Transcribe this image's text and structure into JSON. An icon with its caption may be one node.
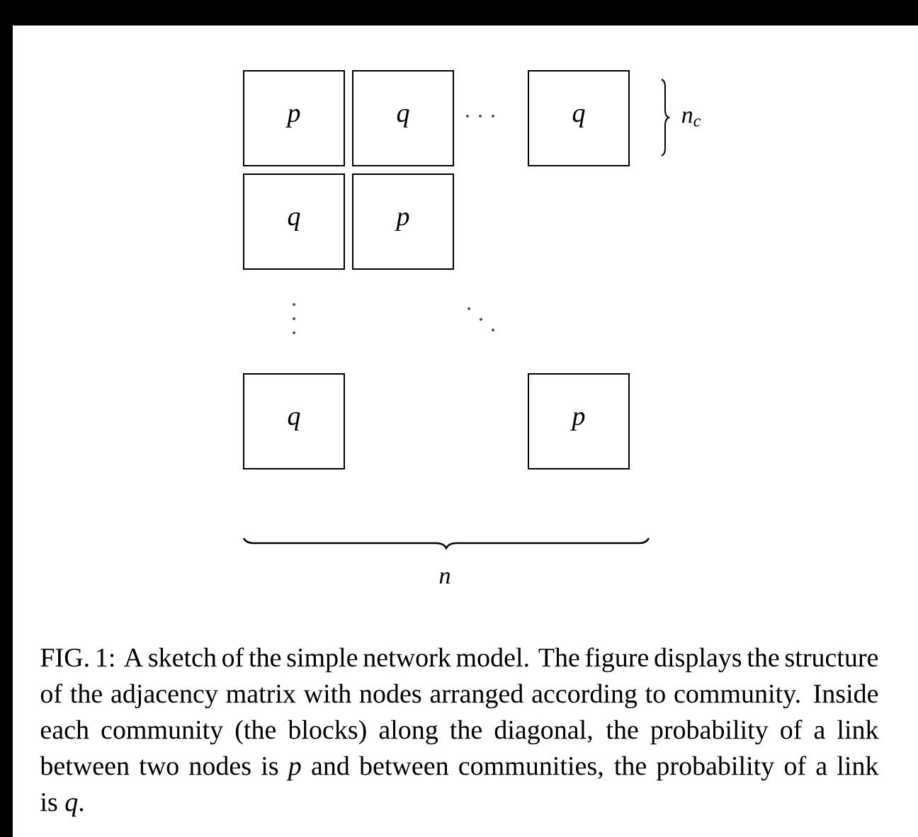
{
  "diagram": {
    "caption": "FIG. 1: A sketch of the simple network model. The figure displays the structure of the adjacency matrix with nodes arranged according to community. Inside each community (the blocks) along the diagonal, the probability of a link between two nodes is *p* and between communities, the probability of a link is *q*.",
    "nodes": [
      {
        "text": [
          "p"
        ]
      },
      {
        "text": [
          "q"
        ]
      },
      {
        "text": [
          "q"
        ]
      },
      {
        "text": [
          "q"
        ]
      },
      {
        "text": [
          "p"
        ]
      },
      {
        "text": [
          "q"
        ]
      },
      {
        "text": [
          "p"
        ]
      }
    ],
    "labels": [
      "n$_{c}$",
      "n"
    ]
  }
}
